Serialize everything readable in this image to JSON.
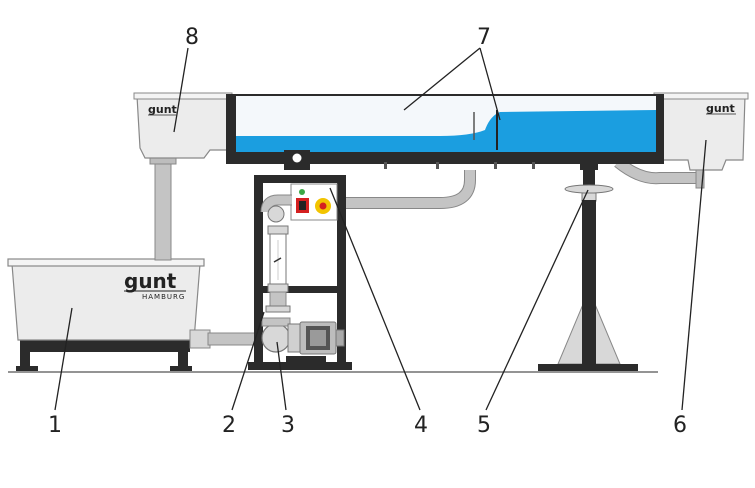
{
  "labels": {
    "l1": "1",
    "l2": "2",
    "l3": "3",
    "l4": "4",
    "l5": "5",
    "l6": "6",
    "l7": "7",
    "l8": "8"
  },
  "logos": {
    "brand": "gunt",
    "sub": "HAMBURG"
  },
  "colors": {
    "water": "#1b9ee0",
    "frame": "#2b2b2b",
    "tank": "#ececec",
    "pipe": "#c4c4c4",
    "button_red": "#d42020",
    "button_yellow": "#f2c400",
    "indicator_green": "#3aa845"
  }
}
